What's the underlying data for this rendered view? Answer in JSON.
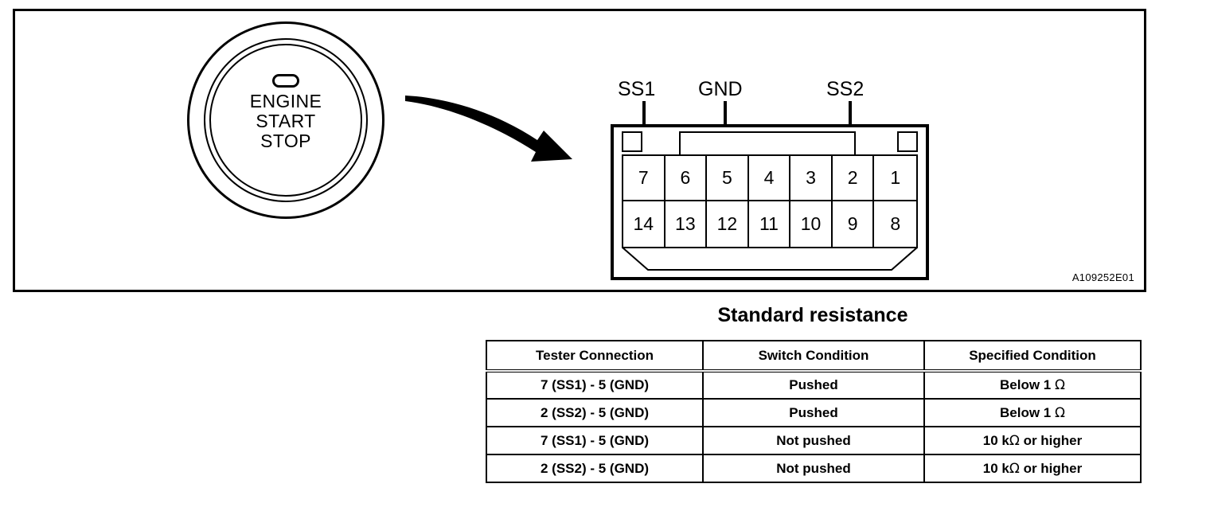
{
  "figure": {
    "reference_code": "A109252E01",
    "button": {
      "label_lines": [
        "ENGINE",
        "START",
        "STOP"
      ],
      "indicator": "oval-indicator"
    },
    "connector": {
      "pin_labels": {
        "ss1": "SS1",
        "gnd": "GND",
        "ss2": "SS2"
      },
      "row_top": [
        "7",
        "6",
        "5",
        "4",
        "3",
        "2",
        "1"
      ],
      "row_bottom": [
        "14",
        "13",
        "12",
        "11",
        "10",
        "9",
        "8"
      ]
    }
  },
  "resistance": {
    "title": "Standard resistance",
    "headers": [
      "Tester Connection",
      "Switch Condition",
      "Specified Condition"
    ],
    "rows": [
      {
        "tester_connection": "7 (SS1) - 5 (GND)",
        "switch_condition": "Pushed",
        "specified_prefix": "Below 1 ",
        "specified_symbol": "Ω",
        "specified_suffix": ""
      },
      {
        "tester_connection": "2 (SS2) - 5 (GND)",
        "switch_condition": "Pushed",
        "specified_prefix": "Below 1 ",
        "specified_symbol": "Ω",
        "specified_suffix": ""
      },
      {
        "tester_connection": "7 (SS1) - 5 (GND)",
        "switch_condition": "Not pushed",
        "specified_prefix": "10 k",
        "specified_symbol": "Ω",
        "specified_suffix": " or higher"
      },
      {
        "tester_connection": "2 (SS2) - 5 (GND)",
        "switch_condition": "Not pushed",
        "specified_prefix": "10 k",
        "specified_symbol": "Ω",
        "specified_suffix": " or higher"
      }
    ]
  },
  "colors": {
    "ink": "#000000",
    "paper": "#ffffff"
  }
}
